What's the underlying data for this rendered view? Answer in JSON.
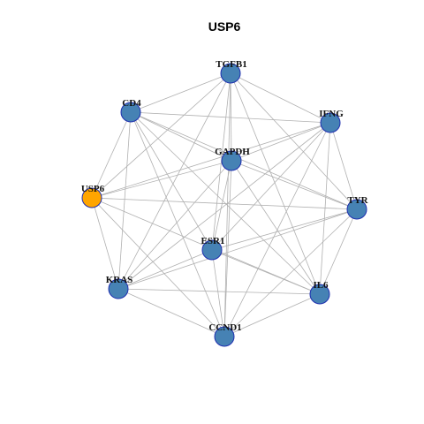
{
  "graph": {
    "title": "USP6",
    "colors": {
      "node_fill": "#4682B4",
      "focus_fill": "#FFA500",
      "node_border": "#1F2FB0",
      "edge": "#B0B0B0"
    },
    "nodes": [
      {
        "id": "TGFB1",
        "label": "TGFB1",
        "focus": false
      },
      {
        "id": "CD4",
        "label": "CD4",
        "focus": false
      },
      {
        "id": "IFNG",
        "label": "IFNG",
        "focus": false
      },
      {
        "id": "GAPDH",
        "label": "GAPDH",
        "focus": false
      },
      {
        "id": "USP6",
        "label": "USP6",
        "focus": true
      },
      {
        "id": "TYR",
        "label": "TYR",
        "focus": false
      },
      {
        "id": "ESR1",
        "label": "ESR1",
        "focus": false
      },
      {
        "id": "KRAS",
        "label": "KRAS",
        "focus": false
      },
      {
        "id": "IL6",
        "label": "IL6",
        "focus": false
      },
      {
        "id": "CCND1",
        "label": "CCND1",
        "focus": false
      }
    ],
    "edges": [
      [
        "TGFB1",
        "CD4"
      ],
      [
        "TGFB1",
        "IFNG"
      ],
      [
        "TGFB1",
        "GAPDH"
      ],
      [
        "TGFB1",
        "USP6"
      ],
      [
        "TGFB1",
        "TYR"
      ],
      [
        "TGFB1",
        "ESR1"
      ],
      [
        "TGFB1",
        "KRAS"
      ],
      [
        "TGFB1",
        "IL6"
      ],
      [
        "TGFB1",
        "CCND1"
      ],
      [
        "CD4",
        "IFNG"
      ],
      [
        "CD4",
        "GAPDH"
      ],
      [
        "CD4",
        "USP6"
      ],
      [
        "CD4",
        "TYR"
      ],
      [
        "CD4",
        "ESR1"
      ],
      [
        "CD4",
        "KRAS"
      ],
      [
        "CD4",
        "IL6"
      ],
      [
        "CD4",
        "CCND1"
      ],
      [
        "IFNG",
        "GAPDH"
      ],
      [
        "IFNG",
        "USP6"
      ],
      [
        "IFNG",
        "ESR1"
      ],
      [
        "IFNG",
        "KRAS"
      ],
      [
        "IFNG",
        "IL6"
      ],
      [
        "IFNG",
        "CCND1"
      ],
      [
        "IFNG",
        "TYR"
      ],
      [
        "GAPDH",
        "USP6"
      ],
      [
        "GAPDH",
        "TYR"
      ],
      [
        "GAPDH",
        "ESR1"
      ],
      [
        "GAPDH",
        "KRAS"
      ],
      [
        "GAPDH",
        "IL6"
      ],
      [
        "GAPDH",
        "CCND1"
      ],
      [
        "USP6",
        "TYR"
      ],
      [
        "USP6",
        "KRAS"
      ],
      [
        "USP6",
        "IL6"
      ],
      [
        "USP6",
        "CCND1"
      ],
      [
        "TYR",
        "ESR1"
      ],
      [
        "TYR",
        "KRAS"
      ],
      [
        "TYR",
        "IL6"
      ],
      [
        "TYR",
        "CCND1"
      ],
      [
        "ESR1",
        "KRAS"
      ],
      [
        "ESR1",
        "IL6"
      ],
      [
        "ESR1",
        "CCND1"
      ],
      [
        "KRAS",
        "IL6"
      ],
      [
        "KRAS",
        "CCND1"
      ],
      [
        "IL6",
        "CCND1"
      ]
    ]
  }
}
